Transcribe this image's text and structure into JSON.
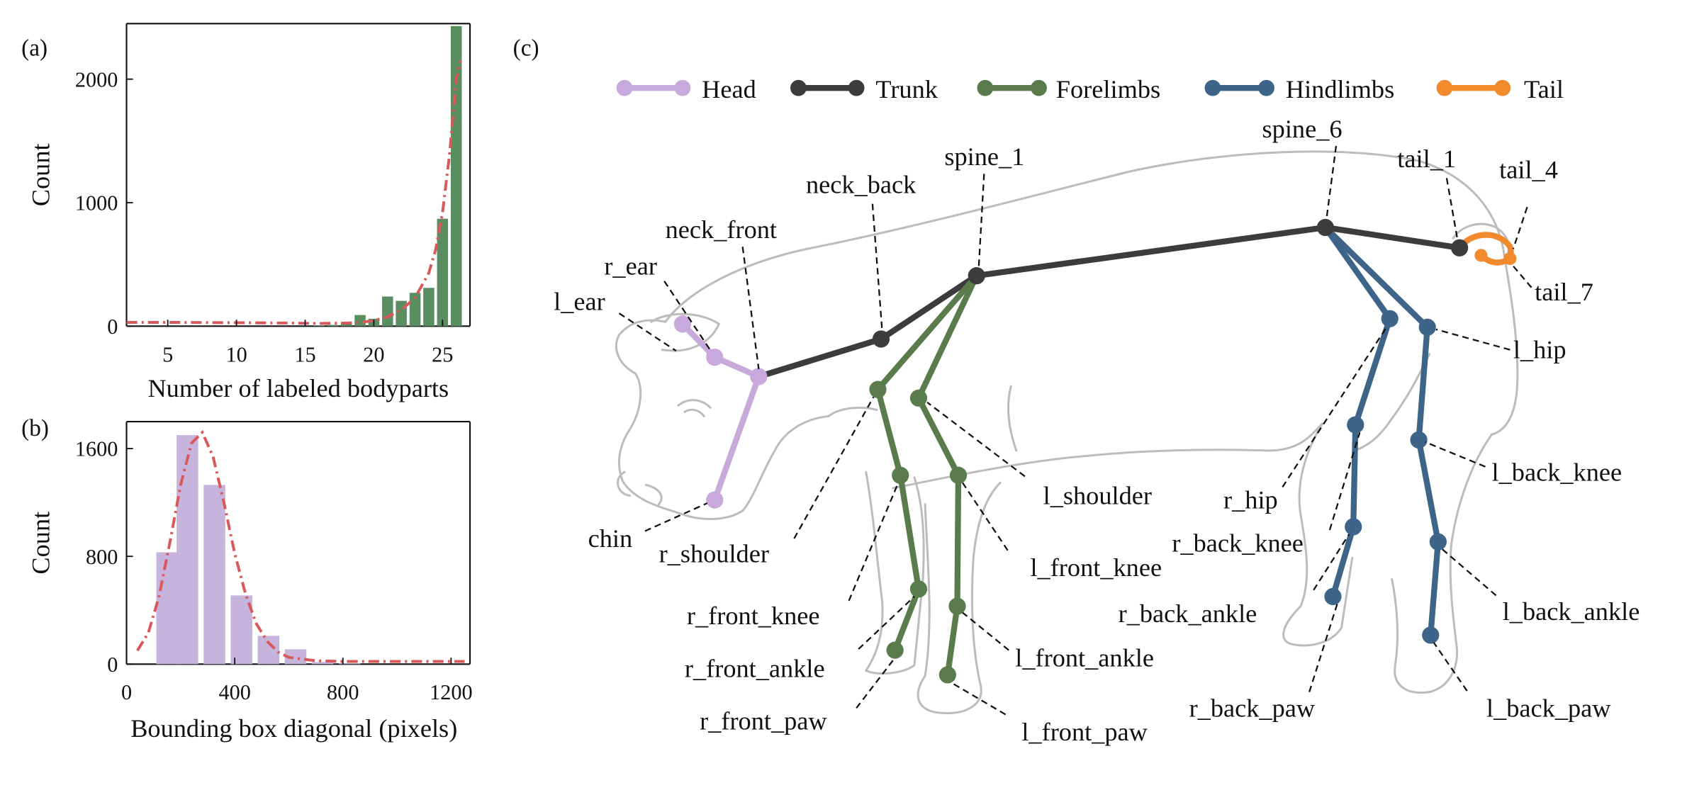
{
  "panel_labels": [
    "(a)",
    "(b)",
    "(c)"
  ],
  "chart_data": [
    {
      "type": "bar",
      "panel": "(a)",
      "xlabel": "Number of labeled bodyparts",
      "ylabel": "Count",
      "xlim": [
        2,
        27
      ],
      "ylim": [
        0,
        2450
      ],
      "xticks": [
        5,
        10,
        15,
        20,
        25
      ],
      "yticks": [
        0,
        1000,
        2000
      ],
      "bar_color": "#5a8e62",
      "fit_color": "#d9595b",
      "bars": [
        {
          "x": 16,
          "value": 5
        },
        {
          "x": 17,
          "value": 10
        },
        {
          "x": 18,
          "value": 30
        },
        {
          "x": 19,
          "value": 90
        },
        {
          "x": 20,
          "value": 60
        },
        {
          "x": 21,
          "value": 240
        },
        {
          "x": 22,
          "value": 205
        },
        {
          "x": 23,
          "value": 270
        },
        {
          "x": 24,
          "value": 310
        },
        {
          "x": 25,
          "value": 870
        },
        {
          "x": 26,
          "value": 2430
        }
      ],
      "fit_curve": {
        "x": [
          2,
          6,
          10,
          14,
          16,
          18,
          19,
          20,
          21,
          22,
          23,
          24,
          24.5,
          25,
          25.5,
          26,
          26.3
        ],
        "y": [
          30,
          30,
          28,
          25,
          22,
          25,
          30,
          45,
          75,
          130,
          230,
          430,
          620,
          920,
          1380,
          2000,
          2150
        ]
      },
      "grid": false,
      "legend": "none"
    },
    {
      "type": "bar",
      "panel": "(b)",
      "xlabel": "Bounding box diagonal (pixels)",
      "ylabel": "Count",
      "xlim": [
        0,
        1270
      ],
      "ylim": [
        0,
        1800
      ],
      "xticks": [
        0,
        400,
        800,
        1200
      ],
      "yticks": [
        0,
        800,
        1600
      ],
      "bar_color": "#c7b4dc",
      "fit_color": "#d9595b",
      "bars": [
        {
          "x": 150,
          "value": 830
        },
        {
          "x": 225,
          "value": 1700
        },
        {
          "x": 325,
          "value": 1330
        },
        {
          "x": 425,
          "value": 510
        },
        {
          "x": 525,
          "value": 210
        },
        {
          "x": 625,
          "value": 110
        },
        {
          "x": 725,
          "value": 15
        },
        {
          "x": 825,
          "value": 5
        }
      ],
      "bar_width": 80,
      "fit_curve": {
        "x": [
          40,
          80,
          120,
          160,
          200,
          240,
          280,
          320,
          360,
          400,
          440,
          480,
          520,
          560,
          600,
          700,
          800,
          1000,
          1200,
          1250
        ],
        "y": [
          100,
          230,
          500,
          900,
          1330,
          1640,
          1720,
          1540,
          1200,
          820,
          520,
          300,
          170,
          90,
          50,
          25,
          20,
          20,
          20,
          20
        ]
      },
      "grid": false,
      "legend": "none"
    }
  ],
  "skeleton": {
    "legend": [
      {
        "name": "Head",
        "color": "#c7a9db"
      },
      {
        "name": "Trunk",
        "color": "#3c3c3c"
      },
      {
        "name": "Forelimbs",
        "color": "#5a7b4b"
      },
      {
        "name": "Hindlimbs",
        "color": "#3e6589"
      },
      {
        "name": "Tail",
        "color": "#f08a2d"
      }
    ],
    "keypoint_labels": [
      "l_ear",
      "r_ear",
      "neck_front",
      "neck_back",
      "spine_1",
      "spine_6",
      "tail_1",
      "tail_4",
      "tail_7",
      "l_hip",
      "l_back_knee",
      "l_shoulder",
      "r_hip",
      "chin",
      "r_shoulder",
      "l_front_knee",
      "r_back_knee",
      "r_front_knee",
      "r_back_ankle",
      "l_back_ankle",
      "r_front_ankle",
      "l_front_ankle",
      "r_back_paw",
      "r_front_paw",
      "l_back_paw",
      "l_front_paw"
    ]
  }
}
